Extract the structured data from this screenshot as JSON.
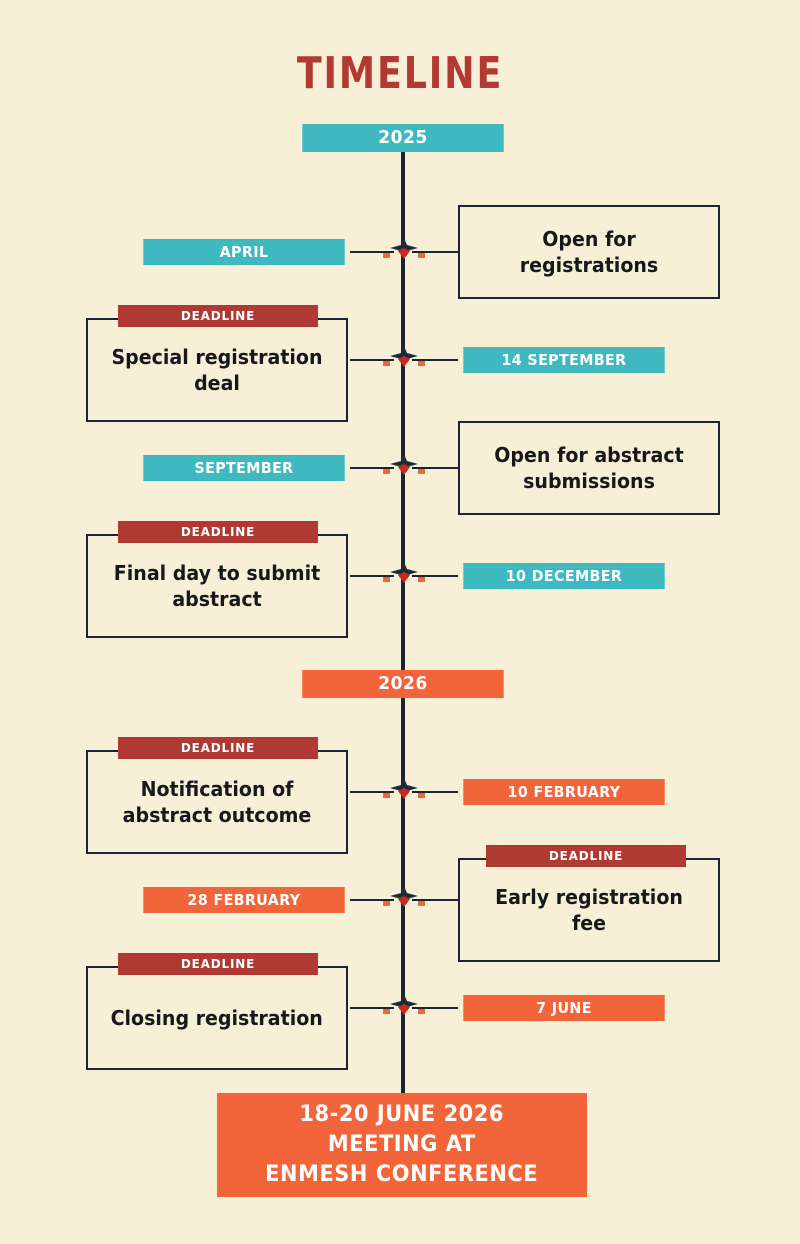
{
  "page": {
    "title": "TIMELINE",
    "background_color": "#F7F0D6",
    "title_color": "#B23A32",
    "teal_color": "#3FB9C0",
    "orange_color": "#F2653A",
    "deadline_color": "#AF3A34",
    "ink_color": "#1B2430"
  },
  "years": [
    {
      "label": "2025",
      "color": "#3FB9C0"
    },
    {
      "label": "2026",
      "color": "#F2653A"
    }
  ],
  "milestones": [
    {
      "date": "APRIL",
      "date_side": "left",
      "date_color": "#3FB9C0",
      "event": "Open for registrations",
      "event_side": "right",
      "deadline_badge": null
    },
    {
      "date": "14 SEPTEMBER",
      "date_side": "right",
      "date_color": "#3FB9C0",
      "event": "Special registration deal",
      "event_side": "left",
      "deadline_badge": "DEADLINE"
    },
    {
      "date": "SEPTEMBER",
      "date_side": "left",
      "date_color": "#3FB9C0",
      "event": "Open for abstract submissions",
      "event_side": "right",
      "deadline_badge": null
    },
    {
      "date": "10 DECEMBER",
      "date_side": "right",
      "date_color": "#3FB9C0",
      "event": "Final day to submit abstract",
      "event_side": "left",
      "deadline_badge": "DEADLINE"
    },
    {
      "date": "10 FEBRUARY",
      "date_side": "right",
      "date_color": "#F2653A",
      "event": "Notification of abstract outcome",
      "event_side": "left",
      "deadline_badge": "DEADLINE"
    },
    {
      "date": "28 FEBRUARY",
      "date_side": "left",
      "date_color": "#F2653A",
      "event": "Early registration fee",
      "event_side": "right",
      "deadline_badge": "DEADLINE"
    },
    {
      "date": "7 JUNE",
      "date_side": "left",
      "date_color": "#F2653A",
      "event": "Closing registration",
      "event_side": "right",
      "deadline_badge": "DEADLINE"
    }
  ],
  "conference": {
    "line1": "18-20 JUNE 2026",
    "line2": "MEETING AT",
    "line3": "ENMESH CONFERENCE"
  }
}
